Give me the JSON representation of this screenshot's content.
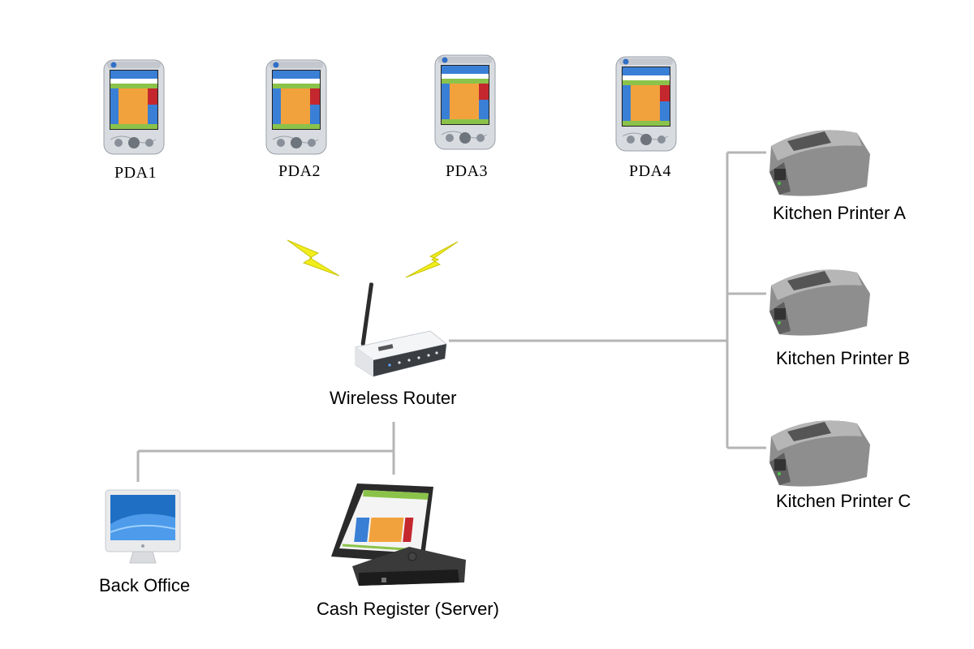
{
  "pdas": [
    {
      "label": "PDA1"
    },
    {
      "label": "PDA2"
    },
    {
      "label": "PDA3"
    },
    {
      "label": "PDA4"
    }
  ],
  "router": {
    "label": "Wireless Router"
  },
  "printers": [
    {
      "label": "Kitchen Printer A"
    },
    {
      "label": "Kitchen Printer B"
    },
    {
      "label": "Kitchen Printer C"
    }
  ],
  "back_office": {
    "label": "Back Office"
  },
  "cash_register": {
    "label": "Cash Register (Server)"
  },
  "colors": {
    "wire": "#b5b5b5",
    "signal": "#f1ee1c",
    "pda_screen_blue": "#3a7fd6",
    "pda_keys_orange": "#f2a23c",
    "pda_keys_red": "#c4282e",
    "pda_keys_green": "#8bc34a",
    "printer_gray": "#8e8e8e",
    "monitor_blue": "#1f6fc5"
  }
}
